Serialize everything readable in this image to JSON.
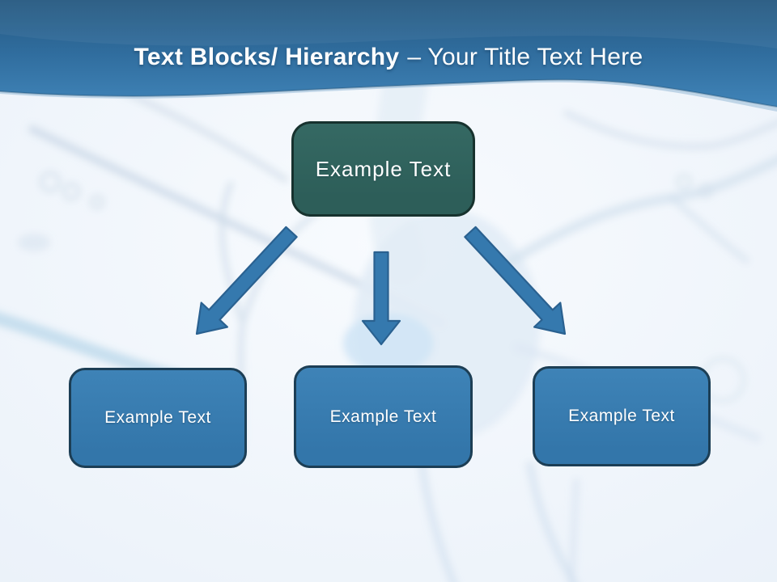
{
  "header": {
    "title_bold": "Text Blocks/ Hierarchy",
    "title_regular": "– Your Title Text Here"
  },
  "diagram": {
    "root": {
      "label": "Example Text"
    },
    "children": [
      {
        "label": "Example Text"
      },
      {
        "label": "Example Text"
      },
      {
        "label": "Example Text"
      }
    ]
  },
  "colors": {
    "title_color": "#ffffff",
    "node_text": "#ffffff",
    "header_top": "#245880",
    "header_mid": "#306d9e",
    "header_bottom": "#4084b8",
    "wave_under": "#9fc0da",
    "wave_edge": "#1c4a6e",
    "root_fill": "#2d5e59",
    "root_fill_light": "#356963",
    "root_border": "#17322e",
    "child_fill": "#3376aa",
    "child_fill_light": "#3e83b7",
    "child_border": "#1c3e55",
    "arrow_fill": "#3579ae",
    "arrow_stroke": "#2a6190",
    "bg_base": "#edf3fa",
    "bg_art": "#c9dae9",
    "bg_art_light": "#dde9f4"
  }
}
